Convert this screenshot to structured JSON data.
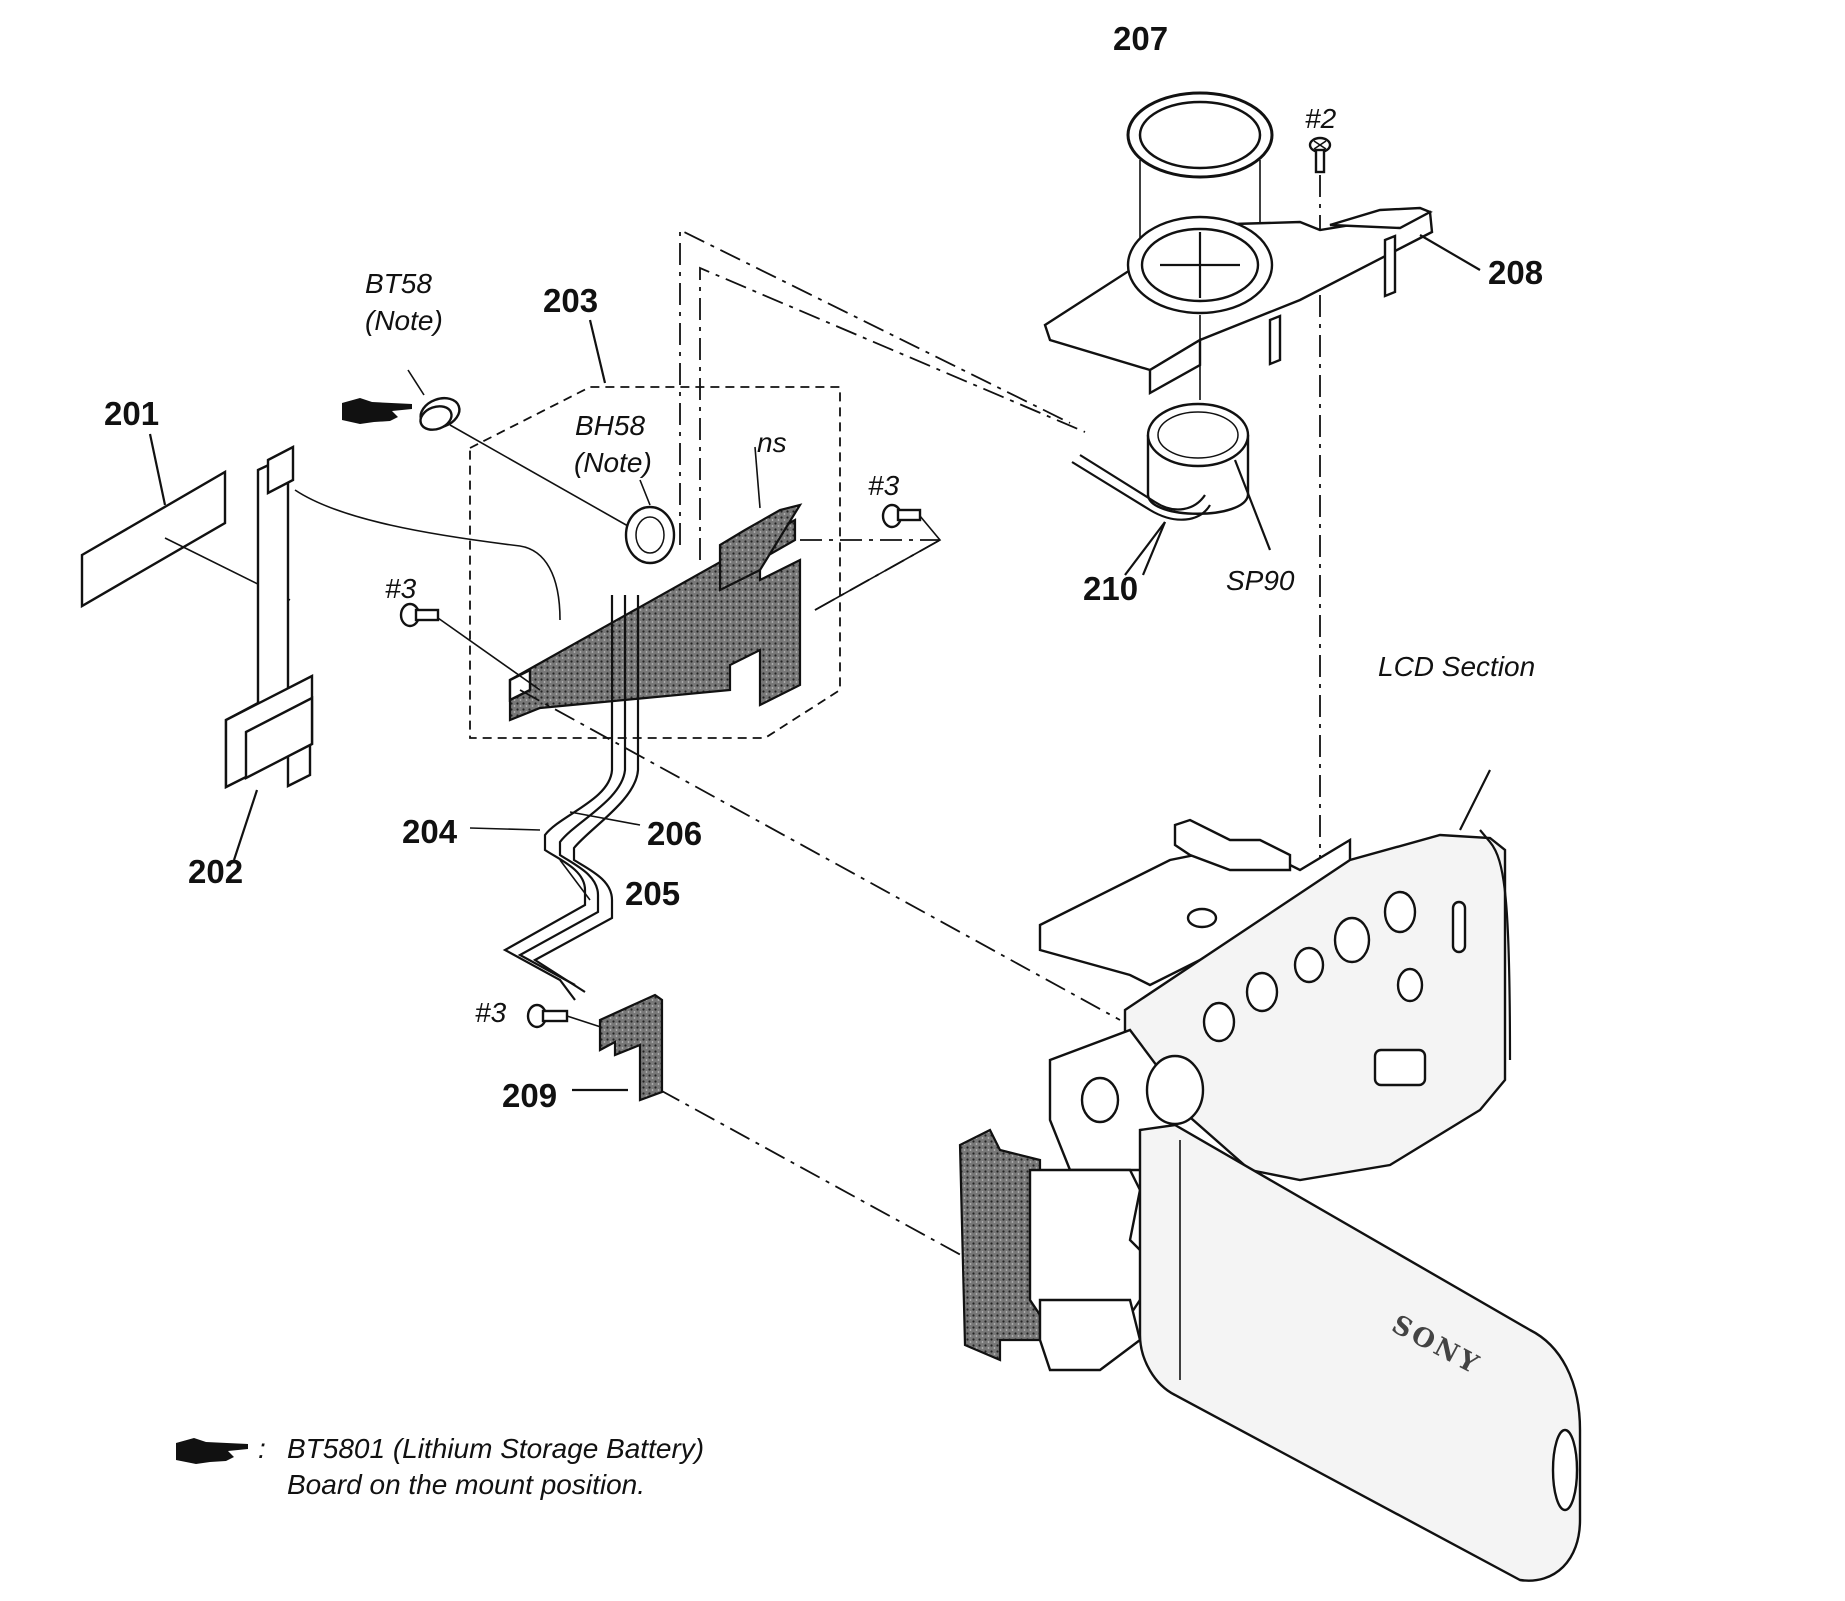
{
  "labels": {
    "p201": "201",
    "p202": "202",
    "p203": "203",
    "p204": "204",
    "p205": "205",
    "p206": "206",
    "p207": "207",
    "p208": "208",
    "p209": "209",
    "p210": "210",
    "screw2": "#2",
    "screw3_left": "#3",
    "screw3_right": "#3",
    "screw3_bottom": "#3",
    "bt58": "BT58",
    "bt58_note": "(Note)",
    "bh58": "BH58",
    "bh58_note": "(Note)",
    "ns": "ns",
    "sp90": "SP90",
    "lcd_section": "LCD Section",
    "brand": "SONY"
  },
  "legend": {
    "separator": ":",
    "line1": "BT5801 (Lithium Storage Battery)",
    "line2": "Board on the mount position."
  }
}
